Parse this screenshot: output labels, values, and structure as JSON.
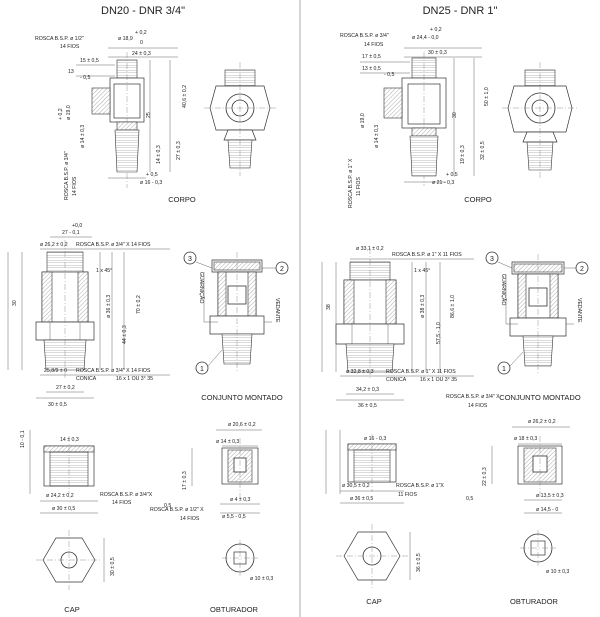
{
  "titles": {
    "dn20": "DN20 - DNR 3/4\"",
    "dn25": "DN25 - DNR 1\""
  },
  "dn20": {
    "corpo": {
      "caption": "CORPO",
      "rosca_top": "ROSCA B.S.P. ø 1/2\"",
      "fios_top": "14 FIOS",
      "d_top_up": "+ 0,2",
      "d_top_main": "ø 18,9",
      "d_top_low": "0",
      "d_width": "24 ± 0,3",
      "d15": "15 ± 0,5",
      "d13": "13",
      "d05": "- 0,5",
      "d_side1": "+ 0,2",
      "d_side2": "ø 19,0",
      "d14": "ø 14 ± 0,3",
      "d_h1": "40,6 ± 0,2",
      "d_h2": "25",
      "d_h3": "27 ± 0,3",
      "d_h4": "14 ± 0,3",
      "rosca_side": "ROSCA B.S.P. ø 3/4\"",
      "fios_side": "14 FIOS",
      "d_bot_up": "+ 0,5",
      "d_bot": "ø 16 - 0,3"
    },
    "conjunto": {
      "caption": "CONJUNTO  MONTADO",
      "d_top_up": "+0,0",
      "d_top": "27 - 0,1",
      "d_262": "ø 26,2 ± 0,2",
      "rosca1": "ROSCA B.S.P. ø 3/4\" X 14 FIOS",
      "d_145": "1 x 45°",
      "d_h1": "70 ± 0,2",
      "d_h2": "44 ± 0,3",
      "d_36": "ø 36 ± 0,3",
      "d_30": "30",
      "d_258": "25,8/9 ± 0",
      "rosca2": "ROSCA B.S.P. ø 3/4\" X 14 FIOS",
      "conica": "CONICA",
      "conica_txt": "16 x 1 OU 3° 35",
      "d_27": "27 ± 0,2",
      "d_30b": "30 ± 0,5",
      "guarnicao": "GUARNIÇÃO",
      "vedante": "VEDANTE",
      "c1": "1",
      "c2": "2",
      "c3": "3"
    },
    "cap": {
      "rosca": "ROSCA B.S.P. ø 3/4\"X",
      "fios": "14 FIOS",
      "d14": "14 ± 0,3",
      "d10": "10 - 0,1",
      "d_242": "ø 24,2 ± 0,2",
      "d_30": "ø 30 ± 0,5",
      "d_30v": "30 ± 0,5",
      "caption": "CAP"
    },
    "obt": {
      "rosca": "ROSCA B.S.P. ø 1/2\" X",
      "fios": "14 FIOS",
      "d_206": "ø 20,6 ± 0,2",
      "d_14": "ø 14 ± 0,3",
      "d_17": "17 ± 0,3",
      "d_05": "0,5",
      "d_4": "ø 4 ± 0,3",
      "d_55": "ø 5,5 - 0,5",
      "d_10": "ø 10 ± 0,3",
      "caption": "OBTURADOR"
    }
  },
  "dn25": {
    "corpo": {
      "caption": "CORPO",
      "rosca_top": "ROSCA B.S.P. ø 3/4\"",
      "fios_top": "14 FIOS",
      "d_top_up": "+ 0,2",
      "d_top_main": "ø 24,4 - 0,0",
      "d_width": "30 ± 0,3",
      "d17": "17 ± 0,5",
      "d13": "13 ± 0,5",
      "d05": "- 0,5",
      "d_side2": "ø 19,0",
      "d14": "ø 14 ± 0,3",
      "d_h1": "50 ± 1,0",
      "d_h2": "30",
      "d_h3": "32 ± 0,5",
      "d_h4": "19 ± 0,3",
      "rosca_side": "ROSCA B.S.P. ø 1\" X",
      "fios_side": "11 FIOS",
      "d_bot_up": "+ 0,5",
      "d_bot": "ø 21 - 0,3"
    },
    "conjunto": {
      "caption": "CONJUNTO  MONTADO",
      "d_331": "ø 33,1 ± 0,2",
      "rosca1": "ROSCA B.S.P. ø 1\" X 11 FIOS",
      "d_145": "1 x 45°",
      "d_h1": "86,6 ± 1,0",
      "d_h2": "57,5 - 1,0",
      "d_38": "ø 38 ± 0,3",
      "d_38b": "38",
      "d_328": "ø 32,8 ± 0,3",
      "rosca2": "ROSCA B.S.P. ø 1\" X 11 FIOS",
      "conica": "CONICA",
      "conica_txt": "16 x 1 OU 3° 35",
      "d_342": "34,2 ± 0,3",
      "d_36": "36 ± 0,5",
      "guarnicao": "GUARNIÇÃO",
      "vedante": "VEDANTE",
      "c1": "1",
      "c2": "2",
      "c3": "3"
    },
    "cap": {
      "rosca": "ROSCA B.S.P. ø 1\"X",
      "fios": "11 FIOS",
      "d16": "ø 16 - 0,3",
      "d_305": "ø 30,5 ± 0,2",
      "d_36": "ø 36 ± 0,5",
      "d_36v": "36 ± 0,5",
      "caption": "CAP"
    },
    "obt": {
      "rosca": "ROSCA B.S.P. ø 3/4\" X",
      "fios": "14 FIOS",
      "d_262": "ø 26,2 ± 0,2",
      "d_18": "ø 18 ± 0,3",
      "d_22": "22 ± 0,3",
      "d_05": "0,5",
      "d_135": "ø 13,5 ± 0,3",
      "d_145": "ø 14,5 - 0",
      "d_10": "ø 10 ± 0,3",
      "caption": "OBTURADOR"
    }
  }
}
